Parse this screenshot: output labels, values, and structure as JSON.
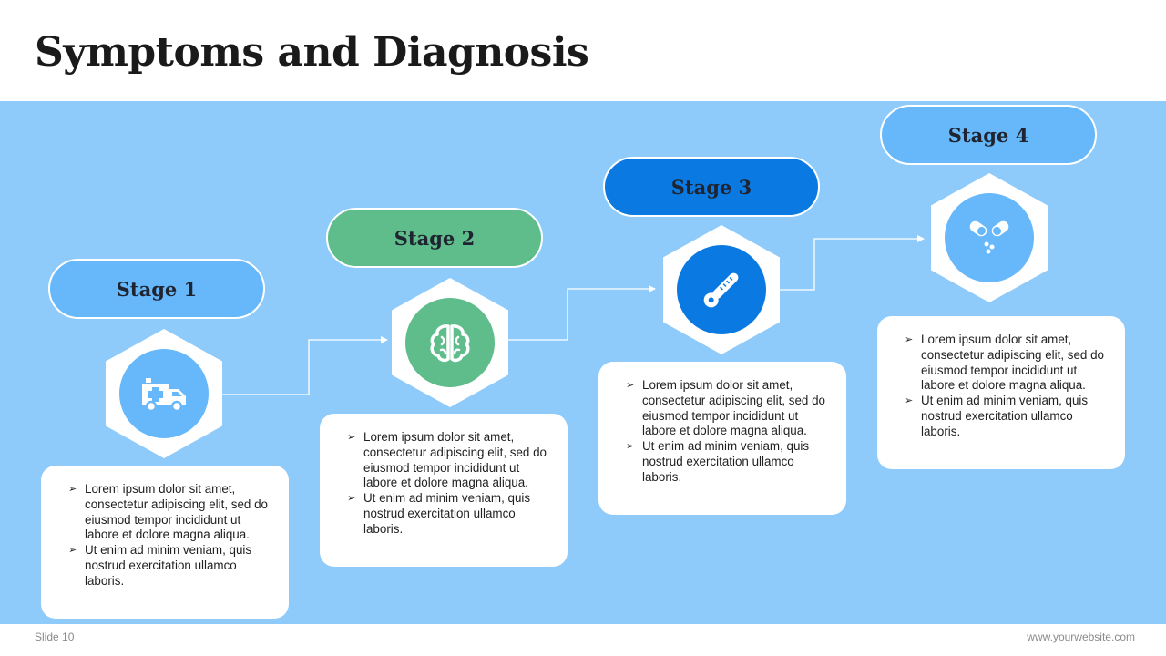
{
  "slide": {
    "title": "Symptoms and Diagnosis",
    "footer_left": "Slide 10",
    "footer_right": "www.yourwebsite.com"
  },
  "bullet_glyph": "➢",
  "stages": [
    {
      "label": "Stage 1",
      "pill_color": "#66b8fa",
      "circle_color": "#66b8fa",
      "icon": "ambulance-icon",
      "bullets": [
        "Lorem ipsum dolor sit amet, consectetur adipiscing elit, sed do eiusmod tempor incididunt ut labore et dolore magna aliqua.",
        "Ut enim ad minim veniam, quis nostrud exercitation ullamco laboris."
      ]
    },
    {
      "label": "Stage 2",
      "pill_color": "#5ebd8b",
      "circle_color": "#5ebd8b",
      "icon": "brain-icon",
      "bullets": [
        "Lorem ipsum dolor sit amet, consectetur adipiscing elit, sed do eiusmod tempor incididunt ut labore et dolore magna aliqua.",
        "Ut enim ad minim veniam, quis nostrud exercitation ullamco laboris."
      ]
    },
    {
      "label": "Stage 3",
      "pill_color": "#0a7ae2",
      "circle_color": "#0a7ae2",
      "icon": "thermometer-icon",
      "bullets": [
        "Lorem ipsum dolor sit amet, consectetur adipiscing elit, sed do eiusmod tempor incididunt ut labore et dolore magna aliqua.",
        "Ut enim ad minim veniam, quis nostrud exercitation ullamco laboris."
      ]
    },
    {
      "label": "Stage 4",
      "pill_color": "#66b8fa",
      "circle_color": "#66b8fa",
      "icon": "pills-icon",
      "bullets": [
        "Lorem ipsum dolor sit amet, consectetur adipiscing elit, sed do eiusmod tempor incididunt ut labore et dolore magna aliqua.",
        "Ut enim ad minim veniam, quis nostrud exercitation ullamco laboris."
      ]
    }
  ]
}
